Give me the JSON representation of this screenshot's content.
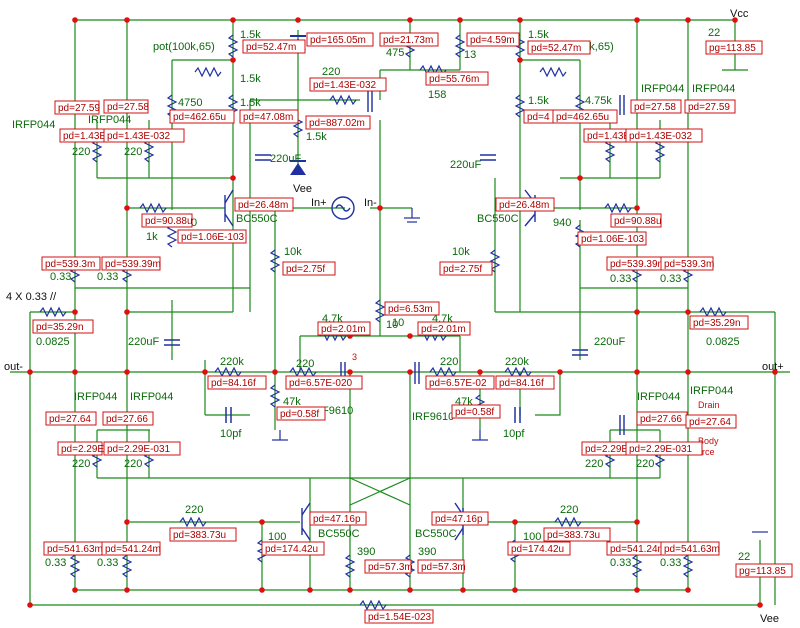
{
  "rails": {
    "vcc": "Vcc",
    "vee_top": "Vee",
    "vee_bottom": "Vee",
    "out_minus": "out-",
    "out_plus": "out+",
    "in_plus": "In+",
    "in_minus": "In-"
  },
  "labels": [
    {
      "id": "l1",
      "text": "pot(100k,65)"
    },
    {
      "id": "l2",
      "text": "1.5k"
    },
    {
      "id": "l3",
      "text": "4750"
    },
    {
      "id": "l4",
      "text": "1.5k"
    },
    {
      "id": "l5",
      "text": "IRFP044"
    },
    {
      "id": "l6",
      "text": "IRFP044"
    },
    {
      "id": "l7",
      "text": "220"
    },
    {
      "id": "l8",
      "text": "220"
    },
    {
      "id": "l9",
      "text": "1k"
    },
    {
      "id": "l10",
      "text": "BC550C"
    },
    {
      "id": "l11",
      "text": "220uF"
    },
    {
      "id": "l12",
      "text": "1.5k"
    },
    {
      "id": "l13",
      "text": "220"
    },
    {
      "id": "l14",
      "text": "475"
    },
    {
      "id": "l15",
      "text": "13"
    },
    {
      "id": "l16",
      "text": "158"
    },
    {
      "id": "l17",
      "text": "10k"
    },
    {
      "id": "l18",
      "text": "0.33"
    },
    {
      "id": "l19",
      "text": "0.33"
    },
    {
      "id": "l20",
      "text": "4 X 0.33 //"
    },
    {
      "id": "l21",
      "text": "0.0825"
    },
    {
      "id": "l22",
      "text": "220uF"
    },
    {
      "id": "l23",
      "text": "4.7k"
    },
    {
      "id": "l24",
      "text": "10"
    },
    {
      "id": "l25",
      "text": "220k"
    },
    {
      "id": "l26",
      "text": "220"
    },
    {
      "id": "l27",
      "text": "47k"
    },
    {
      "id": "l28",
      "text": "10pf"
    },
    {
      "id": "l29",
      "text": "F9610"
    },
    {
      "id": "l30",
      "text": "IRFP044"
    },
    {
      "id": "l31",
      "text": "IRFP044"
    },
    {
      "id": "l32",
      "text": "220"
    },
    {
      "id": "l33",
      "text": "220"
    },
    {
      "id": "l34",
      "text": "220"
    },
    {
      "id": "l35",
      "text": "BC550C"
    },
    {
      "id": "l36",
      "text": "100"
    },
    {
      "id": "l37",
      "text": "390"
    },
    {
      "id": "l38",
      "text": "0.33"
    },
    {
      "id": "l39",
      "text": "0.33"
    },
    {
      "id": "l40",
      "text": "22"
    },
    {
      "id": "l41",
      "text": "1.5k"
    },
    {
      "id": "l42",
      "text": "pot(100k,65)"
    },
    {
      "id": "l43",
      "text": "4.75k"
    },
    {
      "id": "l44",
      "text": "1.5k"
    },
    {
      "id": "l45",
      "text": "IRFP044"
    },
    {
      "id": "l46",
      "text": "IRFP044"
    },
    {
      "id": "l47",
      "text": "220uF"
    },
    {
      "id": "l48",
      "text": "BC550C"
    },
    {
      "id": "l49",
      "text": "940"
    },
    {
      "id": "l50",
      "text": "10k"
    },
    {
      "id": "l51",
      "text": "0.33"
    },
    {
      "id": "l52",
      "text": "0.33"
    },
    {
      "id": "l53",
      "text": "0.0825"
    },
    {
      "id": "l54",
      "text": "220uF"
    },
    {
      "id": "l55",
      "text": "4.7k"
    },
    {
      "id": "l56",
      "text": "220"
    },
    {
      "id": "l57",
      "text": "220k"
    },
    {
      "id": "l58",
      "text": "47k"
    },
    {
      "id": "l59",
      "text": "10pf"
    },
    {
      "id": "l60",
      "text": "IRF9610"
    },
    {
      "id": "l61",
      "text": "IRFP044"
    },
    {
      "id": "l62",
      "text": "IRFP044"
    },
    {
      "id": "l63",
      "text": "220"
    },
    {
      "id": "l64",
      "text": "220"
    },
    {
      "id": "l65",
      "text": "220"
    },
    {
      "id": "l66",
      "text": "BC550C"
    },
    {
      "id": "l67",
      "text": "100"
    },
    {
      "id": "l68",
      "text": "390"
    },
    {
      "id": "l69",
      "text": "0.33"
    },
    {
      "id": "l70",
      "text": "0.33"
    },
    {
      "id": "l71",
      "text": "22"
    },
    {
      "id": "l72",
      "text": "10"
    },
    {
      "id": "l73",
      "text": "3"
    },
    {
      "id": "l74",
      "text": "0"
    },
    {
      "id": "l75",
      "text": "1.5k"
    },
    {
      "id": "l76",
      "text": "22"
    }
  ],
  "red_labels": [
    {
      "id": "r1",
      "text": "Drain"
    },
    {
      "id": "r2",
      "text": "Body"
    },
    {
      "id": "r3",
      "text": "ource"
    }
  ],
  "measurements": [
    {
      "id": "p1",
      "text": "pd=52.47m"
    },
    {
      "id": "p2",
      "text": "pd=165.05m"
    },
    {
      "id": "p3",
      "text": "pd=21.73m"
    },
    {
      "id": "p4",
      "text": "pd=4.59m"
    },
    {
      "id": "p5",
      "text": "pd=52.47m"
    },
    {
      "id": "p6",
      "text": "pg=113.85"
    },
    {
      "id": "p7",
      "text": "pd=1.43E-032"
    },
    {
      "id": "p8",
      "text": "pd=55.76m"
    },
    {
      "id": "p9",
      "text": "pd=27.59"
    },
    {
      "id": "p10",
      "text": "pd=27.58"
    },
    {
      "id": "p11",
      "text": "pd=462.65u"
    },
    {
      "id": "p12",
      "text": "pd=47.08m"
    },
    {
      "id": "p13",
      "text": "pd=887.02m"
    },
    {
      "id": "p14",
      "text": "pd=4"
    },
    {
      "id": "p15",
      "text": "pd=462.65u"
    },
    {
      "id": "p16",
      "text": "pd=27.58"
    },
    {
      "id": "p17",
      "text": "pd=27.59"
    },
    {
      "id": "p18",
      "text": "pd=1.43E"
    },
    {
      "id": "p19",
      "text": "pd=1.43E-032"
    },
    {
      "id": "p20",
      "text": "pd=1.43E-0"
    },
    {
      "id": "p21",
      "text": "pd=1.43E-032"
    },
    {
      "id": "p22",
      "text": "pd=26.48m"
    },
    {
      "id": "p23",
      "text": "pd=26.48m"
    },
    {
      "id": "p24",
      "text": "pd=90.88u"
    },
    {
      "id": "p25",
      "text": "pd=90.88u"
    },
    {
      "id": "p26",
      "text": "pd=1.06E-103"
    },
    {
      "id": "p27",
      "text": "pd=1.06E-103"
    },
    {
      "id": "p28",
      "text": "pd=539.3m"
    },
    {
      "id": "p29",
      "text": "pd=539.39m"
    },
    {
      "id": "p30",
      "text": "pd=2.75f"
    },
    {
      "id": "p31",
      "text": "pd=2.75f"
    },
    {
      "id": "p32",
      "text": "pd=539.39m"
    },
    {
      "id": "p33",
      "text": "pd=539.3m"
    },
    {
      "id": "p34",
      "text": "pd=35.29n"
    },
    {
      "id": "p35",
      "text": "pd=6.53m"
    },
    {
      "id": "p36",
      "text": "pd=2.01m"
    },
    {
      "id": "p37",
      "text": "pd=2.01m"
    },
    {
      "id": "p38",
      "text": "pd=35.29n"
    },
    {
      "id": "p39",
      "text": "pd=84.16f"
    },
    {
      "id": "p40",
      "text": "pd=6.57E-020"
    },
    {
      "id": "p41",
      "text": "pd=6.57E-02"
    },
    {
      "id": "p42",
      "text": "pd=84.16f"
    },
    {
      "id": "p43",
      "text": "pd=0.58f"
    },
    {
      "id": "p44",
      "text": "pd=0.58f"
    },
    {
      "id": "p45",
      "text": "pd=27.64"
    },
    {
      "id": "p46",
      "text": "pd=27.66"
    },
    {
      "id": "p47",
      "text": "pd=27.66"
    },
    {
      "id": "p48",
      "text": "pd=27.64"
    },
    {
      "id": "p49",
      "text": "pd=2.29E"
    },
    {
      "id": "p50",
      "text": "pd=2.29E-031"
    },
    {
      "id": "p51",
      "text": "pd=2.29E-0"
    },
    {
      "id": "p52",
      "text": "pd=2.29E-031"
    },
    {
      "id": "p53",
      "text": "pd=47.16p"
    },
    {
      "id": "p54",
      "text": "pd=47.16p"
    },
    {
      "id": "p55",
      "text": "pd=383.73u"
    },
    {
      "id": "p56",
      "text": "pd=383.73u"
    },
    {
      "id": "p57",
      "text": "pd=174.42u"
    },
    {
      "id": "p58",
      "text": "pd=174.42u"
    },
    {
      "id": "p59",
      "text": "pd=541.63m"
    },
    {
      "id": "p60",
      "text": "pd=541.24m"
    },
    {
      "id": "p61",
      "text": "pd=541.24m"
    },
    {
      "id": "p62",
      "text": "pd=541.63m"
    },
    {
      "id": "p63",
      "text": "pd=57.3m"
    },
    {
      "id": "p64",
      "text": "pd=57.3m"
    },
    {
      "id": "p65",
      "text": "pg=113.85"
    },
    {
      "id": "p66",
      "text": "pd=1.54E-023"
    }
  ]
}
